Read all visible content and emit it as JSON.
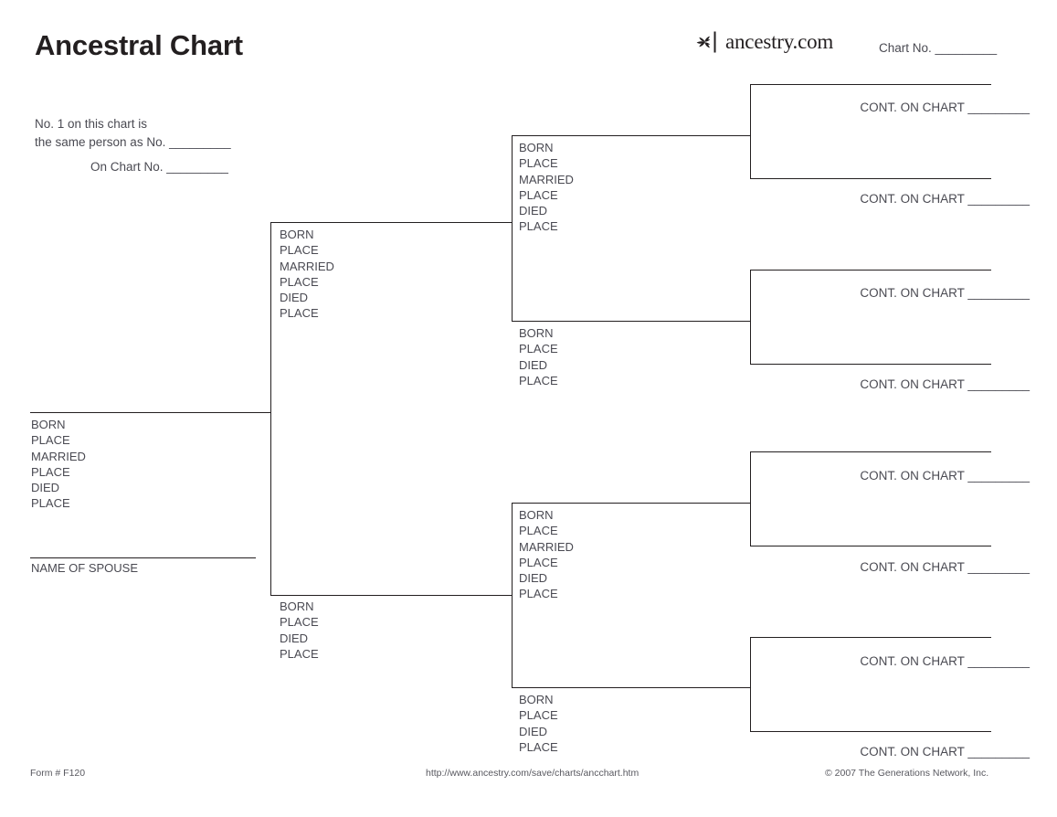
{
  "document": {
    "title": "Ancestral Chart",
    "form_number": "Form # F120",
    "url": "http://www.ancestry.com/save/charts/ancchart.htm",
    "copyright": "© 2007 The Generations Network, Inc.",
    "ink_color": "#231f20",
    "text_color": "#4a4a52"
  },
  "brand": {
    "name": "ancestry.com",
    "logo_icon": "ancestry-leaf-icon"
  },
  "header": {
    "chart_no_label": "Chart No. _________"
  },
  "note": {
    "line1": "No. 1 on this chart is",
    "line2": "the same person as No. _________",
    "line3": "On Chart No. _________"
  },
  "labels": {
    "born": "BORN",
    "place": "PLACE",
    "married": "MARRIED",
    "died": "DIED",
    "spouse": "NAME OF SPOUSE",
    "cont_on_chart": "CONT. ON CHART _________"
  },
  "person_fields": {
    "with_marriage": [
      "BORN",
      "PLACE",
      "MARRIED",
      "PLACE",
      "DIED",
      "PLACE"
    ],
    "without_marriage": [
      "BORN",
      "PLACE",
      "DIED",
      "PLACE"
    ]
  },
  "generations": {
    "g1": [
      {
        "id": "person-1",
        "fields": [
          "BORN",
          "PLACE",
          "MARRIED",
          "PLACE",
          "DIED",
          "PLACE"
        ],
        "spouse_label": "NAME OF SPOUSE"
      }
    ],
    "g2": [
      {
        "id": "person-2-father",
        "fields": [
          "BORN",
          "PLACE",
          "MARRIED",
          "PLACE",
          "DIED",
          "PLACE"
        ]
      },
      {
        "id": "person-3-mother",
        "fields": [
          "BORN",
          "PLACE",
          "DIED",
          "PLACE"
        ]
      }
    ],
    "g3": [
      {
        "id": "person-4",
        "fields": [
          "BORN",
          "PLACE",
          "MARRIED",
          "PLACE",
          "DIED",
          "PLACE"
        ]
      },
      {
        "id": "person-5",
        "fields": [
          "BORN",
          "PLACE",
          "DIED",
          "PLACE"
        ]
      },
      {
        "id": "person-6",
        "fields": [
          "BORN",
          "PLACE",
          "MARRIED",
          "PLACE",
          "DIED",
          "PLACE"
        ]
      },
      {
        "id": "person-7",
        "fields": [
          "BORN",
          "PLACE",
          "DIED",
          "PLACE"
        ]
      }
    ],
    "g4": [
      {
        "id": "person-8",
        "cont": "CONT. ON CHART _________"
      },
      {
        "id": "person-9",
        "cont": "CONT. ON CHART _________"
      },
      {
        "id": "person-10",
        "cont": "CONT. ON CHART _________"
      },
      {
        "id": "person-11",
        "cont": "CONT. ON CHART _________"
      },
      {
        "id": "person-12",
        "cont": "CONT. ON CHART _________"
      },
      {
        "id": "person-13",
        "cont": "CONT. ON CHART _________"
      },
      {
        "id": "person-14",
        "cont": "CONT. ON CHART _________"
      },
      {
        "id": "person-15",
        "cont": "CONT. ON CHART _________"
      }
    ]
  }
}
